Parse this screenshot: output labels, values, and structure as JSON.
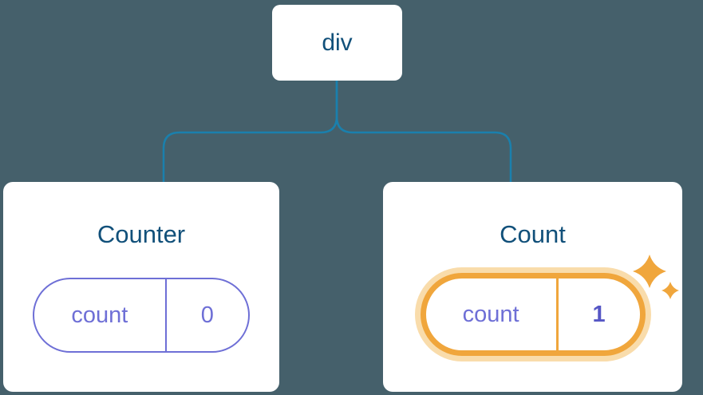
{
  "diagram": {
    "root": {
      "label": "div"
    },
    "children": [
      {
        "title": "Counter",
        "state": {
          "key": "count",
          "value": "0"
        },
        "highlighted": false
      },
      {
        "title": "Count",
        "state": {
          "key": "count",
          "value": "1"
        },
        "highlighted": true
      }
    ]
  },
  "icons": {
    "sparkle": "✦"
  },
  "colors": {
    "background": "#45606b",
    "card_bg": "#ffffff",
    "line": "#1a80ad",
    "title": "#11507a",
    "purple": "#6e6fd6",
    "orange": "#f0a63c",
    "orange_glow": "#f9dcab",
    "value_bold": "#5657c5"
  }
}
